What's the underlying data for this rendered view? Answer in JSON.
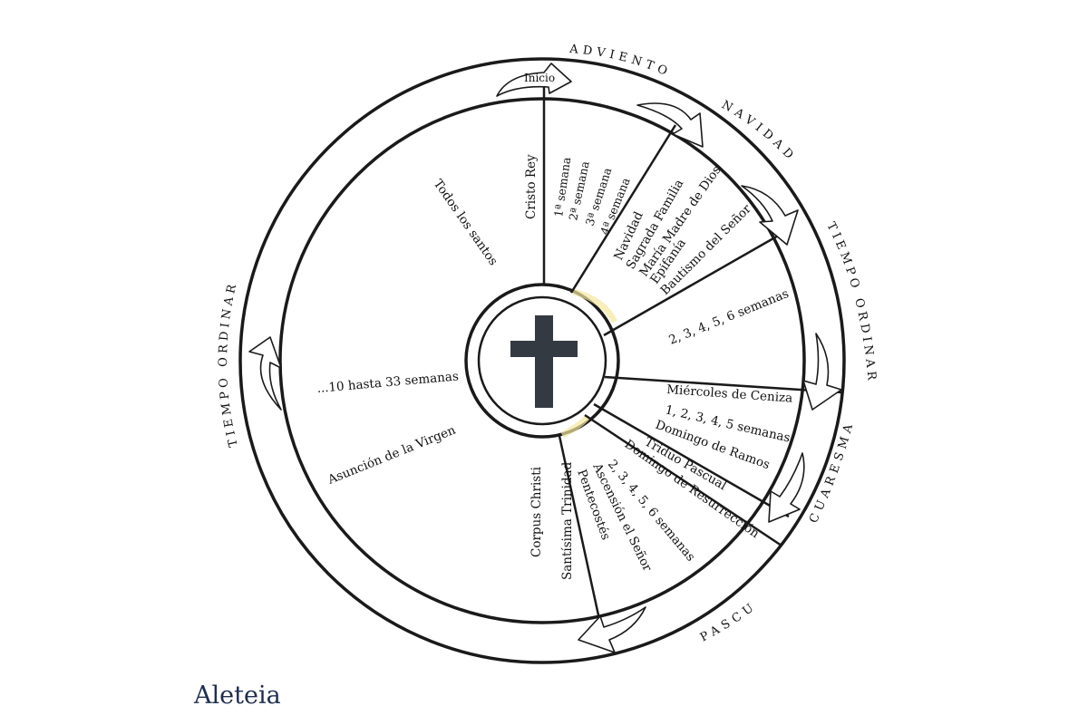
{
  "seasons": {
    "adviento": "ADVIENTO",
    "navidad": "NAVIDAD",
    "tiempo_ordinario_right": "TIEMPO ORDINARIO",
    "cuaresma": "CUARESMA",
    "pascua": "PASCUA",
    "tiempo_ordinario_left": "TIEMPO ORDINARIO"
  },
  "start_label": "Inicio",
  "center_icon": "cross-icon",
  "labels": {
    "cristo_rey": "Cristo Rey",
    "semana_1": "1ª semana",
    "semana_2": "2ª semana",
    "semana_3": "3ª semana",
    "semana_4": "4ª semana",
    "navidad": "Navidad",
    "sagrada_familia": "Sagrada Familia",
    "maria_madre": "María Madre de Dios",
    "epifania": "Epifanía",
    "bautismo": "Bautismo del Señor",
    "ordinario_semanas": "2, 3, 4, 5, 6 semanas",
    "miercoles_ceniza": "Miércoles de Ceniza",
    "cuaresma_semanas": "1, 2, 3, 4, 5 semanas",
    "domingo_ramos": "Domingo de Ramos",
    "triduo": "Triduo Pascual",
    "resurreccion": "Domingo de Resurrección",
    "pascua_semanas": "2, 3, 4, 5, 6 semanas",
    "ascension": "Ascensión el Señor",
    "pentecostes": "Pentecostés",
    "trinidad": "Santísima Trinidad",
    "corpus": "Corpus Christi",
    "asuncion": "Asunción de la Virgen",
    "hasta_33": "...10 hasta 33 semanas",
    "todos_santos": "Todos los santos"
  },
  "brand": "Aleteia",
  "colors": {
    "ink": "#1a1a1a",
    "cross": "#343a42",
    "highlight": "#f3e7a0",
    "brand": "#1f2d4d"
  }
}
